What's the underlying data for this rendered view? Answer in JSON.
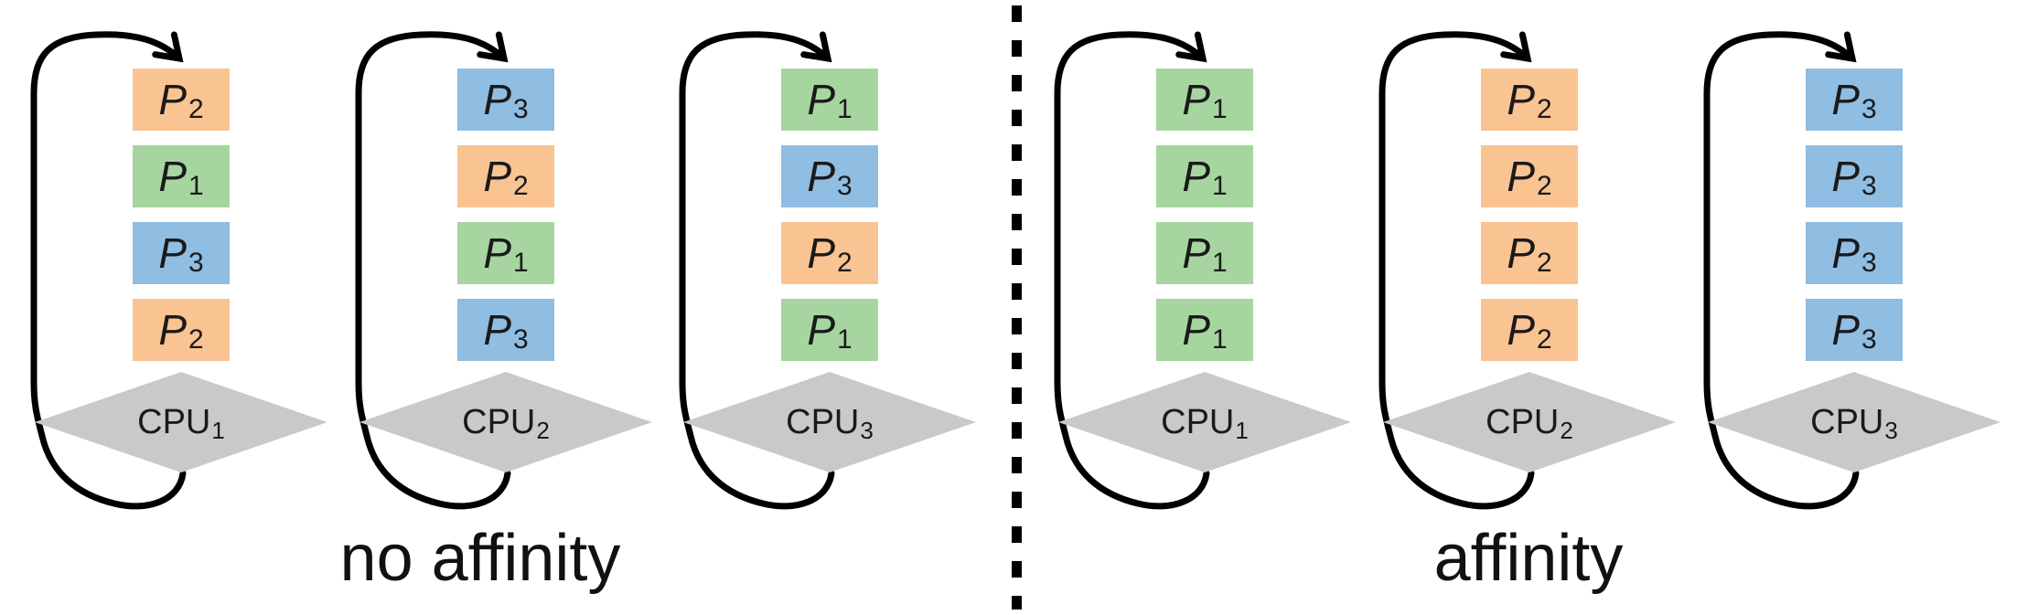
{
  "figure": {
    "colors": {
      "orange": "#FAC392",
      "green": "#A6D5A0",
      "blue": "#90BDE2",
      "diamond": "#C9C9C9",
      "arrow": "#000000",
      "text": "#1a1a1a"
    },
    "groups": [
      {
        "label": "no affinity",
        "columns": [
          {
            "cpu": {
              "name": "CPU",
              "sub": "1"
            },
            "queue": [
              {
                "name": "P",
                "sub": "2",
                "color": "orange"
              },
              {
                "name": "P",
                "sub": "1",
                "color": "green"
              },
              {
                "name": "P",
                "sub": "3",
                "color": "blue"
              },
              {
                "name": "P",
                "sub": "2",
                "color": "orange"
              }
            ]
          },
          {
            "cpu": {
              "name": "CPU",
              "sub": "2"
            },
            "queue": [
              {
                "name": "P",
                "sub": "3",
                "color": "blue"
              },
              {
                "name": "P",
                "sub": "2",
                "color": "orange"
              },
              {
                "name": "P",
                "sub": "1",
                "color": "green"
              },
              {
                "name": "P",
                "sub": "3",
                "color": "blue"
              }
            ]
          },
          {
            "cpu": {
              "name": "CPU",
              "sub": "3"
            },
            "queue": [
              {
                "name": "P",
                "sub": "1",
                "color": "green"
              },
              {
                "name": "P",
                "sub": "3",
                "color": "blue"
              },
              {
                "name": "P",
                "sub": "2",
                "color": "orange"
              },
              {
                "name": "P",
                "sub": "1",
                "color": "green"
              }
            ]
          }
        ]
      },
      {
        "label": "affinity",
        "columns": [
          {
            "cpu": {
              "name": "CPU",
              "sub": "1"
            },
            "queue": [
              {
                "name": "P",
                "sub": "1",
                "color": "green"
              },
              {
                "name": "P",
                "sub": "1",
                "color": "green"
              },
              {
                "name": "P",
                "sub": "1",
                "color": "green"
              },
              {
                "name": "P",
                "sub": "1",
                "color": "green"
              }
            ]
          },
          {
            "cpu": {
              "name": "CPU",
              "sub": "2"
            },
            "queue": [
              {
                "name": "P",
                "sub": "2",
                "color": "orange"
              },
              {
                "name": "P",
                "sub": "2",
                "color": "orange"
              },
              {
                "name": "P",
                "sub": "2",
                "color": "orange"
              },
              {
                "name": "P",
                "sub": "2",
                "color": "orange"
              }
            ]
          },
          {
            "cpu": {
              "name": "CPU",
              "sub": "3"
            },
            "queue": [
              {
                "name": "P",
                "sub": "3",
                "color": "blue"
              },
              {
                "name": "P",
                "sub": "3",
                "color": "blue"
              },
              {
                "name": "P",
                "sub": "3",
                "color": "blue"
              },
              {
                "name": "P",
                "sub": "3",
                "color": "blue"
              }
            ]
          }
        ]
      }
    ]
  }
}
